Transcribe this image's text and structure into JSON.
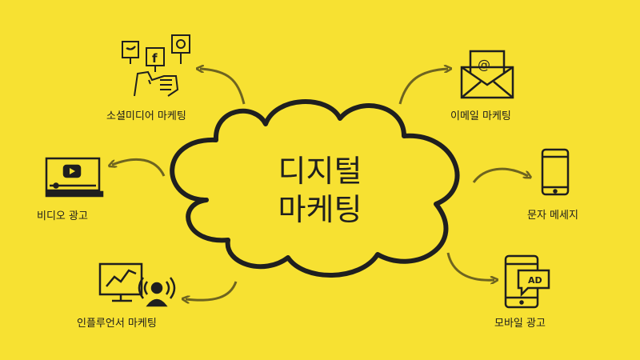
{
  "center": {
    "line1": "디지털",
    "line2": "마케팅"
  },
  "nodes": {
    "social": {
      "label": "소셜미디어 마케팅",
      "icon": "social-media-hand-icon"
    },
    "video": {
      "label": "비디오 광고",
      "icon": "video-player-icon"
    },
    "influencer": {
      "label": "인플루언서 마케팅",
      "icon": "influencer-broadcast-icon"
    },
    "email": {
      "label": "이메일 마케팅",
      "icon": "email-envelope-icon"
    },
    "sms": {
      "label": "문자 메세지",
      "icon": "mobile-phone-icon"
    },
    "mobile_ad": {
      "label": "모바일 광고",
      "icon": "mobile-ad-icon",
      "badge": "AD"
    }
  },
  "colors": {
    "background": "#F7E132",
    "outline": "#1F1F1F",
    "arrow": "#6E6420"
  }
}
